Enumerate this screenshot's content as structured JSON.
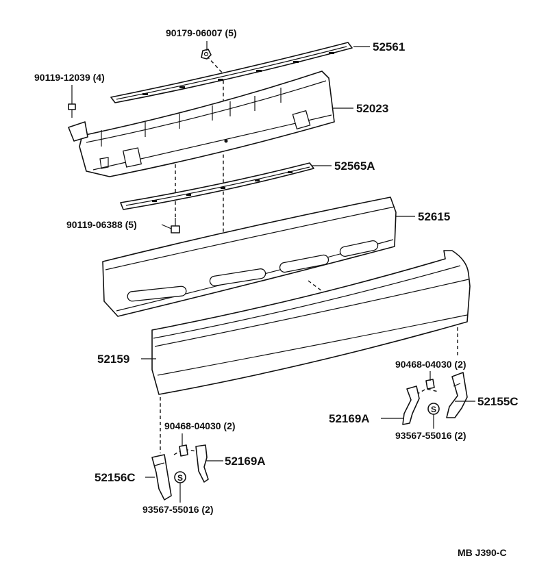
{
  "figure_code": "MB J390-C",
  "labels": {
    "p52561": "52561",
    "p52023": "52023",
    "p52565a": "52565A",
    "p52615": "52615",
    "p52159": "52159",
    "p52155c": "52155C",
    "p52156c": "52156C",
    "p52169a_right": "52169A",
    "p52169a_left": "52169A",
    "f90179": "90179-06007 (5)",
    "f90119_12039": "90119-12039 (4)",
    "f90119_06388": "90119-06388 (5)",
    "f90468_right": "90468-04030 (2)",
    "f90468_left": "90468-04030 (2)",
    "f93567_right": "93567-55016 (2)",
    "f93567_left": "93567-55016 (2)"
  },
  "symbols": {
    "washer_right": "S",
    "washer_left": "S"
  }
}
